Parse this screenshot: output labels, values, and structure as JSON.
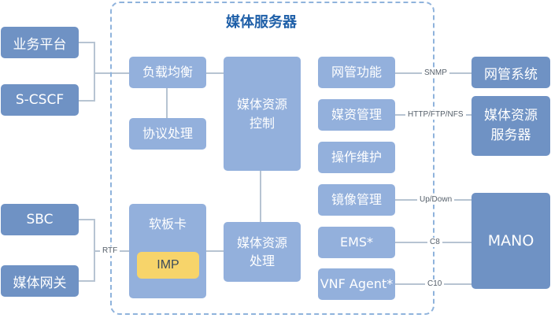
{
  "title": "媒体服务器",
  "left_external": {
    "business_platform": "业务平台",
    "s_cscf": "S-CSCF",
    "sbc": "SBC",
    "media_gateway": "媒体网关"
  },
  "inner": {
    "load_balance": "负载均衡",
    "protocol_processing": "协议处理",
    "media_resource_control": [
      "媒体资源",
      "控制"
    ],
    "soft_board": "软板卡",
    "imp": "IMP",
    "media_resource_processing": [
      "媒体资源",
      "处理"
    ],
    "network_mgmt_function": "网管功能",
    "media_resource_mgmt": "媒资管理",
    "operation_maintenance": "操作维护",
    "image_mgmt": "镜像管理",
    "ems": "EMS*",
    "vnf_agent": "VNF Agent*"
  },
  "right_external": {
    "network_mgmt_system": "网管系统",
    "media_resource_server": [
      "媒体资源",
      "服务器"
    ],
    "mano": "MANO"
  },
  "link_labels": {
    "snmp": "SNMP",
    "http_ftp_nfs": "HTTP/FTP/NFS",
    "up_down": "Up/Down",
    "c8": "C8",
    "c10": "C10",
    "rtf": "RTF"
  }
}
